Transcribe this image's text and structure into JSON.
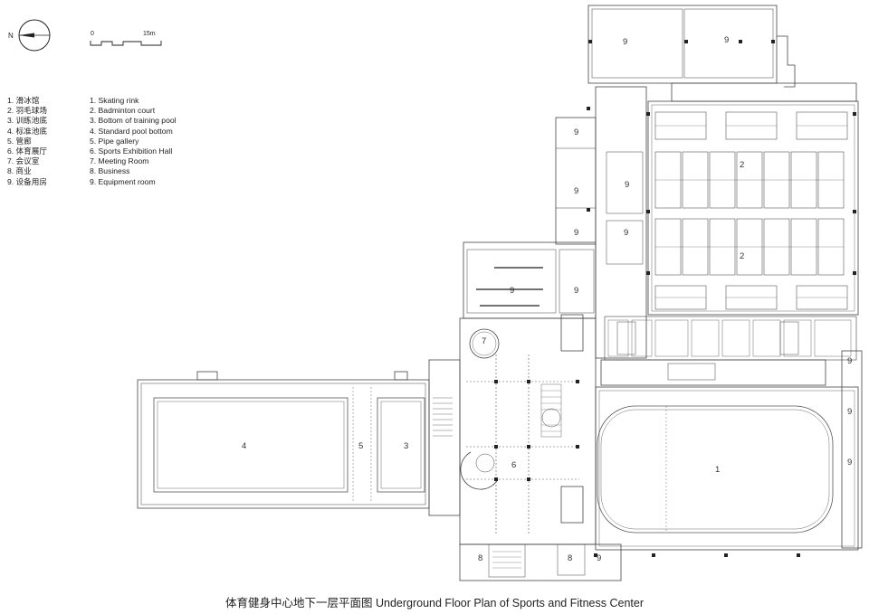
{
  "north": {
    "label": "N"
  },
  "scale": {
    "zero": "0",
    "end": "15m"
  },
  "legend": {
    "zh": [
      "1. 滑冰馆",
      "2. 羽毛球场",
      "3. 训练池底",
      "4. 标准池底",
      "5. 管廊",
      "6. 体育展厅",
      "7. 会议室",
      "8. 商业",
      "9. 设备用房"
    ],
    "en": [
      "1. Skating rink",
      "2. Badminton court",
      "3. Bottom of training pool",
      "4. Standard pool bottom",
      "5. Pipe gallery",
      "6. Sports Exhibition Hall",
      "7. Meeting Room",
      "8. Business",
      "9. Equipment room"
    ]
  },
  "room_labels": {
    "skating": "1",
    "badminton_a": "2",
    "badminton_b": "2",
    "training_pool": "3",
    "standard_pool": "4",
    "pipe_gallery": "5",
    "exhibition": "6",
    "meeting": "7",
    "business_a": "8",
    "business_b": "8",
    "equip_top_left": "9",
    "equip_top_right": "9",
    "equip_w1": "9",
    "equip_w2": "9",
    "equip_w3": "9",
    "equip_mid": "9",
    "equip_hall_a": "9",
    "equip_hall_b": "9",
    "equip_e1": "9",
    "equip_e2": "9",
    "equip_e3": "9",
    "equip_e4": "9",
    "equip_bottom": "9"
  },
  "caption": "体育健身中心地下一层平面图 Underground Floor Plan of Sports and Fitness Center"
}
